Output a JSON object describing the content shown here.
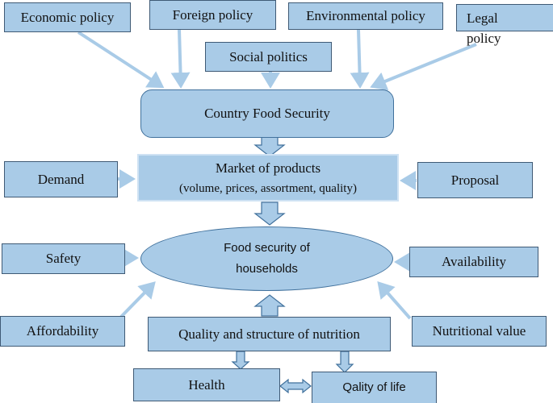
{
  "colors": {
    "box_fill": "#a9cbe7",
    "box_border": "#3f5a75",
    "arrow": "#a9cbe7",
    "block_arrow_border": "#41719c"
  },
  "policies": {
    "economic": "Economic policy",
    "foreign": "Foreign policy",
    "environmental": "Environmental policy",
    "legal_line1": "Legal",
    "legal_line2": "policy",
    "social": "Social politics"
  },
  "country_food_security": "Country Food Security",
  "market": {
    "title": "Market of products",
    "subtitle": "(volume, prices, assortment, quality)"
  },
  "demand": "Demand",
  "proposal": "Proposal",
  "households": {
    "line1": "Food security of",
    "line2": "households"
  },
  "safety": "Safety",
  "availability": "Availability",
  "affordability": "Affordability",
  "nutritional_value": "Nutritional value",
  "quality_structure": "Quality and structure of nutrition",
  "health": "Health",
  "quality_of_life": "Qality of life"
}
